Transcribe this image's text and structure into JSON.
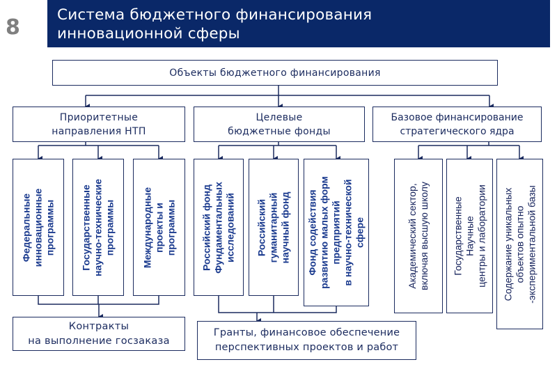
{
  "slide": {
    "number": "8",
    "title_line1": "Система бюджетного финансирования",
    "title_line2": "инновационной сферы"
  },
  "colors": {
    "title_bar": "#0a2868",
    "lines": "#1a2a5e",
    "text": "#1a2a5e",
    "slide_number": "#7f7f7f"
  },
  "diagram": {
    "root": "Объекты бюджетного финансирования",
    "branches": [
      {
        "label": "Приоритетные\nнаправления НТП",
        "children": [
          "Федеральные\nинновационные\nпрограммы",
          "Государственные\nнаучно-технические\nпрограммы",
          "Международные\nпроекты и\nпрограммы"
        ]
      },
      {
        "label": "Целевые\nбюджетные фонды",
        "children": [
          "Российский фонд\nФундаментальных\nисследований",
          "Российский\nгуманитарный\nнаучный фонд",
          "Фонд содействия\nразвитию малых форм\nпредприятий\nв научно-технической\nсфере"
        ]
      },
      {
        "label": "Базовое финансирование\nстратегического ядра",
        "children": [
          "Академический сектор,\nвключая высшую школу",
          "Государственные\nНаучные\nцентры и лаборатории",
          "Содержание уникальных\nобъектов опытно\n-экспериментальной базы"
        ]
      }
    ],
    "outcomes": [
      "Контракты\nна выполнение госзаказа",
      "Гранты, финансовое обеспечение\nперспективных проектов и работ"
    ]
  }
}
